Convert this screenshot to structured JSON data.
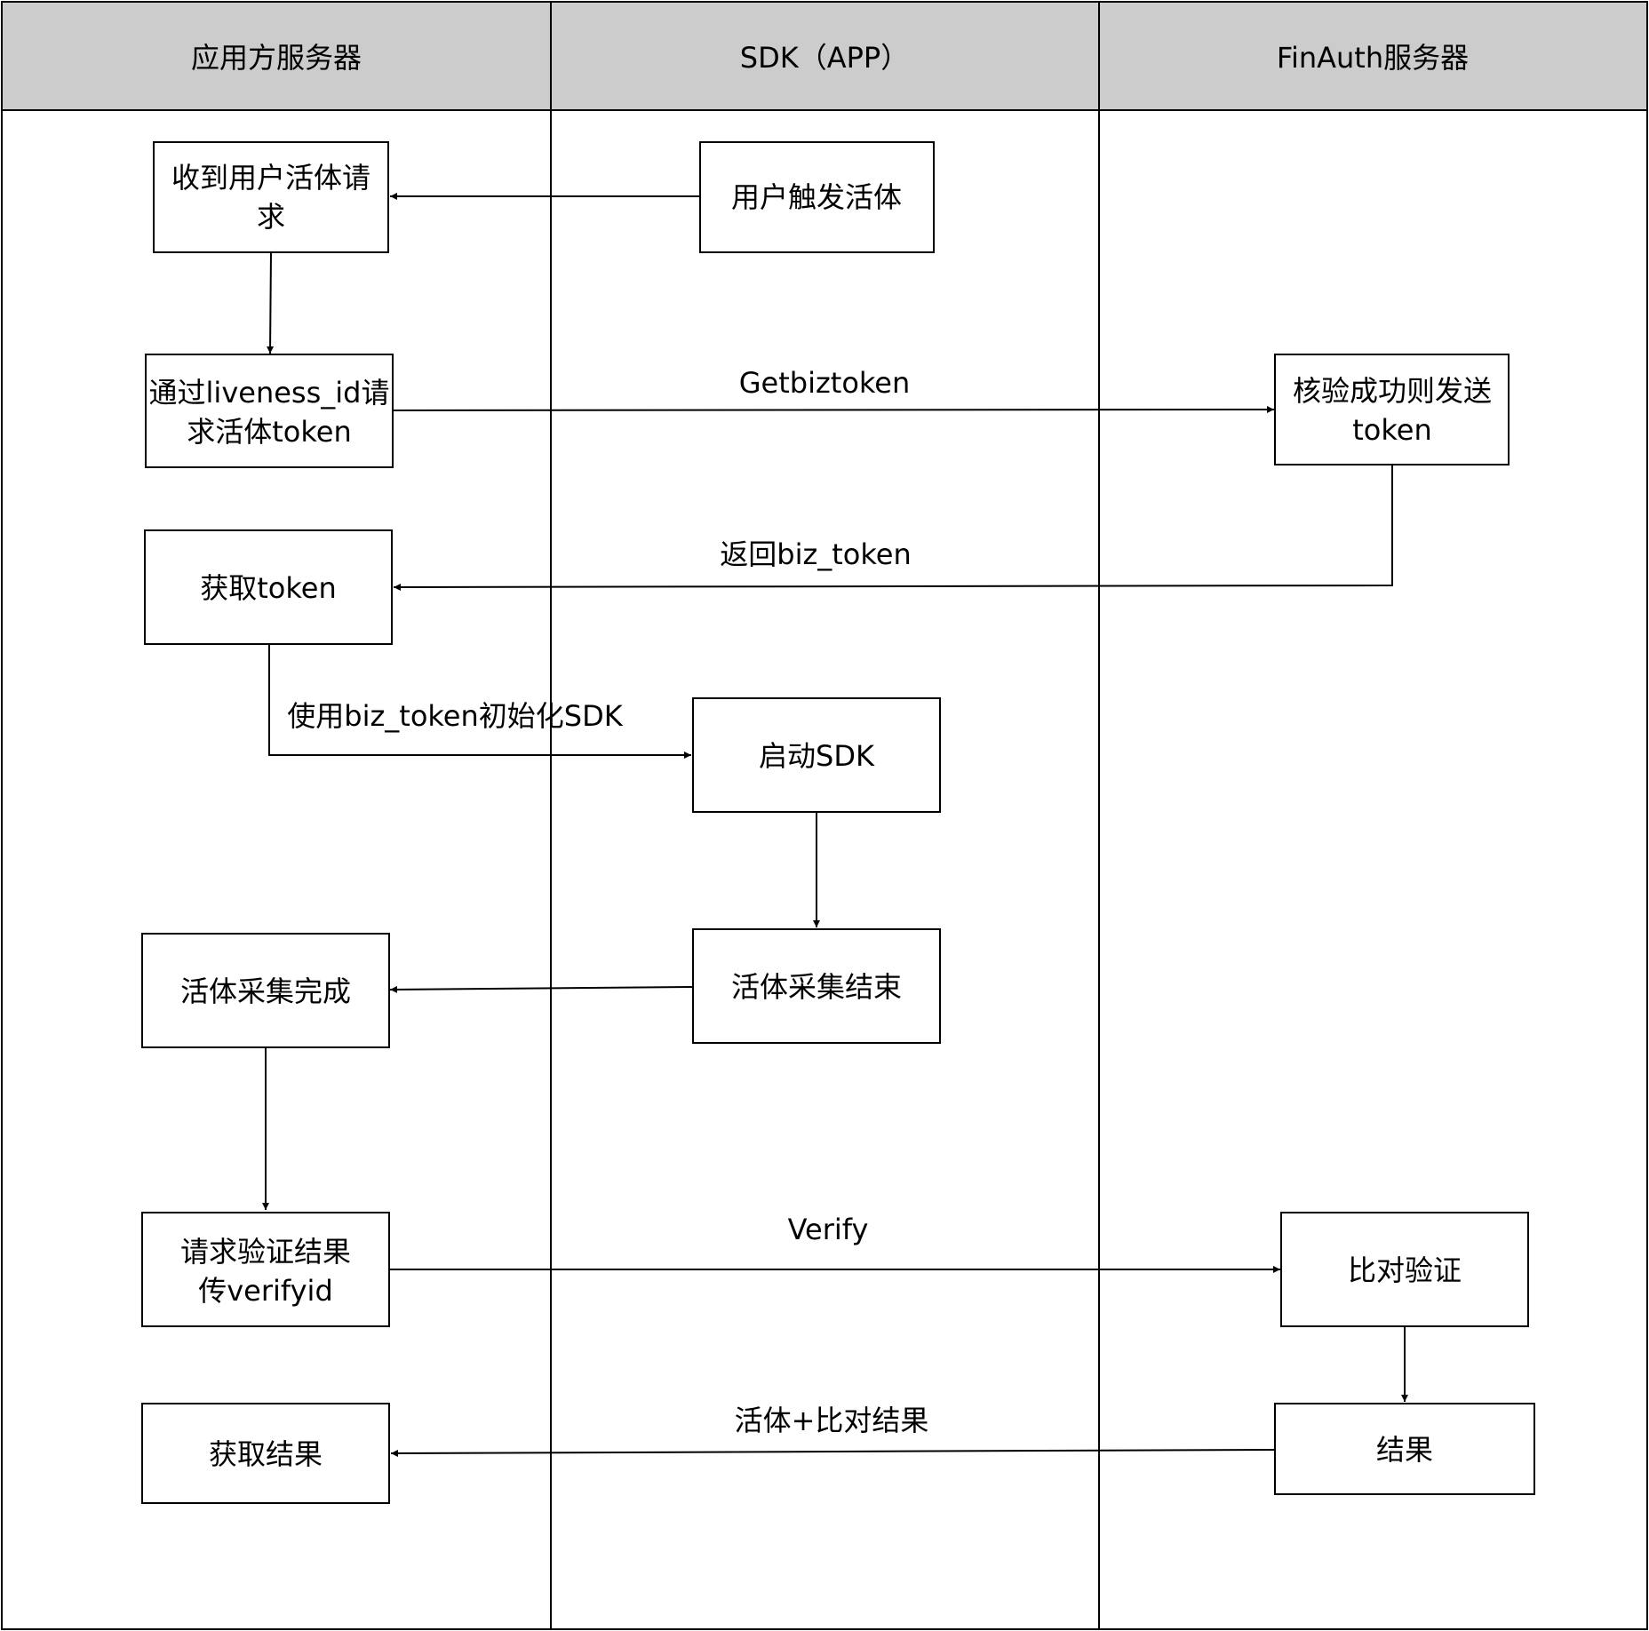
{
  "lanes": [
    {
      "id": "app_server",
      "title": "应用方服务器"
    },
    {
      "id": "sdk",
      "title": "SDK（APP）"
    },
    {
      "id": "finauth",
      "title": "FinAuth服务器"
    }
  ],
  "nodes": {
    "receive_request": {
      "lines": [
        "收到用户活体请",
        "求"
      ]
    },
    "user_trigger": {
      "lines": [
        "用户触发活体"
      ]
    },
    "request_token": {
      "lines": [
        "通过liveness_id请",
        "求活体token"
      ]
    },
    "verify_send_token": {
      "lines": [
        "核验成功则发送",
        "token"
      ]
    },
    "get_token": {
      "lines": [
        "获取token"
      ]
    },
    "start_sdk": {
      "lines": [
        "启动SDK"
      ]
    },
    "capture_done": {
      "lines": [
        "活体采集完成"
      ]
    },
    "capture_end": {
      "lines": [
        "活体采集结束"
      ]
    },
    "request_verify": {
      "lines": [
        "请求验证结果",
        "传verifyid"
      ]
    },
    "compare_verify": {
      "lines": [
        "比对验证"
      ]
    },
    "get_result": {
      "lines": [
        "获取结果"
      ]
    },
    "result": {
      "lines": [
        "结果"
      ]
    }
  },
  "edges": [
    {
      "id": "trigger_to_receive",
      "label": ""
    },
    {
      "id": "receive_to_request",
      "label": ""
    },
    {
      "id": "getbiztoken",
      "label": "Getbiztoken"
    },
    {
      "id": "return_biz_token",
      "label": "返回biz_token"
    },
    {
      "id": "init_sdk",
      "label": "使用biz_token初始化SDK"
    },
    {
      "id": "start_to_capture",
      "label": ""
    },
    {
      "id": "capture_end_to_done",
      "label": ""
    },
    {
      "id": "done_to_request",
      "label": ""
    },
    {
      "id": "verify",
      "label": "Verify"
    },
    {
      "id": "compare_to_result",
      "label": ""
    },
    {
      "id": "liveness_compare_result",
      "label": "活体+比对结果"
    }
  ],
  "colors": {
    "header_fill": "#cccccc",
    "stroke": "#000000",
    "background": "#ffffff"
  }
}
